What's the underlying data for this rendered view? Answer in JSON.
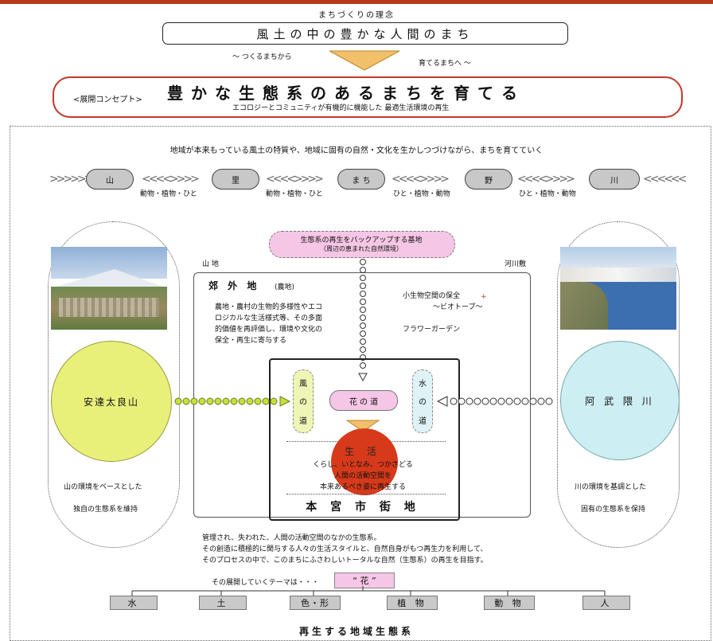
{
  "philosophy": {
    "heading": "まちづくりの理念",
    "title": "風土の中の豊かな人間のまち",
    "from_text": "～ つくるまちから",
    "to_text": "育てるまちへ ～"
  },
  "concept": {
    "label": "<展開コンセプト>",
    "title": "豊かな生態系のあるまちを育てる",
    "subtitle": "エコロジーとコミュニティが有機的に機能した 最適生活環境の再生"
  },
  "intro": "地域が本来もっている風土の特質や、地域に固有の自然・文化を生かしつづけながら、まちを育てていく",
  "chain": {
    "nodes": [
      "山",
      "里",
      "ま ち",
      "野",
      "川"
    ],
    "links": [
      "動物・植物・ひと",
      "動物・植物・ひと",
      "ひと・植物・動物",
      "ひと・植物・動物"
    ]
  },
  "backup": {
    "title": "生態系の再生をバックアップする基地",
    "subtitle": "（周辺の恵まれた自然環境）"
  },
  "mountain_label": "山 地",
  "river_label": "河川敷",
  "suburb": {
    "title": "郊 外 地",
    "title_suffix": "(農地)",
    "desc": [
      "農地・農村の生物的多様性やエコ",
      "ロジカルな生活様式等、その多面",
      "的価値を再評価し、環境や文化の",
      "保全・再生に寄与する"
    ]
  },
  "biotope": {
    "line1": "小生物空間の保全",
    "line2": "～ビオトープ～",
    "flower_garden": "フラワーガーデン"
  },
  "roads": {
    "wind": [
      "風",
      "の",
      "道"
    ],
    "flower": "花 の 道",
    "water": [
      "水",
      "の",
      "道"
    ]
  },
  "life": {
    "title": "生 活",
    "lines": [
      "くらし、いとなみ、つかさどる",
      "人間の活動空間を",
      "本来あるべき姿に再生する"
    ],
    "district": "本 宮 市 街 地"
  },
  "left_panel": {
    "circle_label": "安達太良山",
    "desc": [
      "山の環境をベースとした",
      "独自の生態系を維持"
    ]
  },
  "right_panel": {
    "circle_label": "阿 武 隈 川",
    "desc": [
      "川の環境を基調とした",
      "固有の生態系を保持"
    ]
  },
  "summary": [
    "管理され、失われた、人間の活動空間のなかの生態系。",
    "その創造に積極的に関与する人々の生活スタイルと、自然自身がもつ再生力を利用して、",
    "そのプロセスの中で、このまちにふさわしいトータルな自然（生態系）の再生を目指す。"
  ],
  "theme": {
    "lead": "その展開していくテーマは・・・",
    "word": "“ 花 ”"
  },
  "elements": [
    "水",
    "土",
    "色・形",
    "植 物",
    "動 物",
    "人"
  ],
  "footer": "再生する地域生態系",
  "colors": {
    "accent_red": "#c0392b",
    "mountain_circle": "#e9f07a",
    "river_circle": "#cdeef3",
    "life_circle": "#d63a1a",
    "backup_pink": "#f6c6e6",
    "road_green": "#eef6b6",
    "road_blue": "#dff3f7",
    "dot_green": "#c8e03c"
  }
}
